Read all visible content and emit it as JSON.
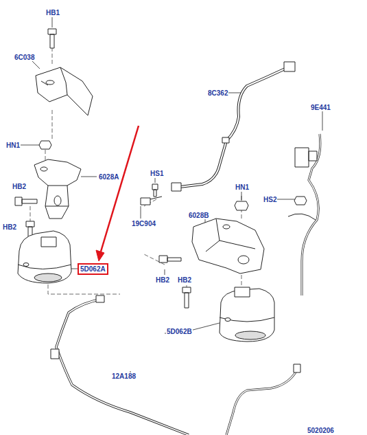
{
  "diagram": {
    "nodes": [
      {
        "text": [
          "5D062A"
        ]
      }
    ],
    "labels": [
      "HB1",
      "6C038",
      "8C362",
      "9E441",
      "HN1",
      "6028A",
      "HS1",
      "HB2",
      "HN1",
      "HS2",
      "19C904",
      "6028B",
      "HB2",
      "HB2",
      "HB2",
      "5D062B",
      "12A188",
      "5020206"
    ]
  }
}
